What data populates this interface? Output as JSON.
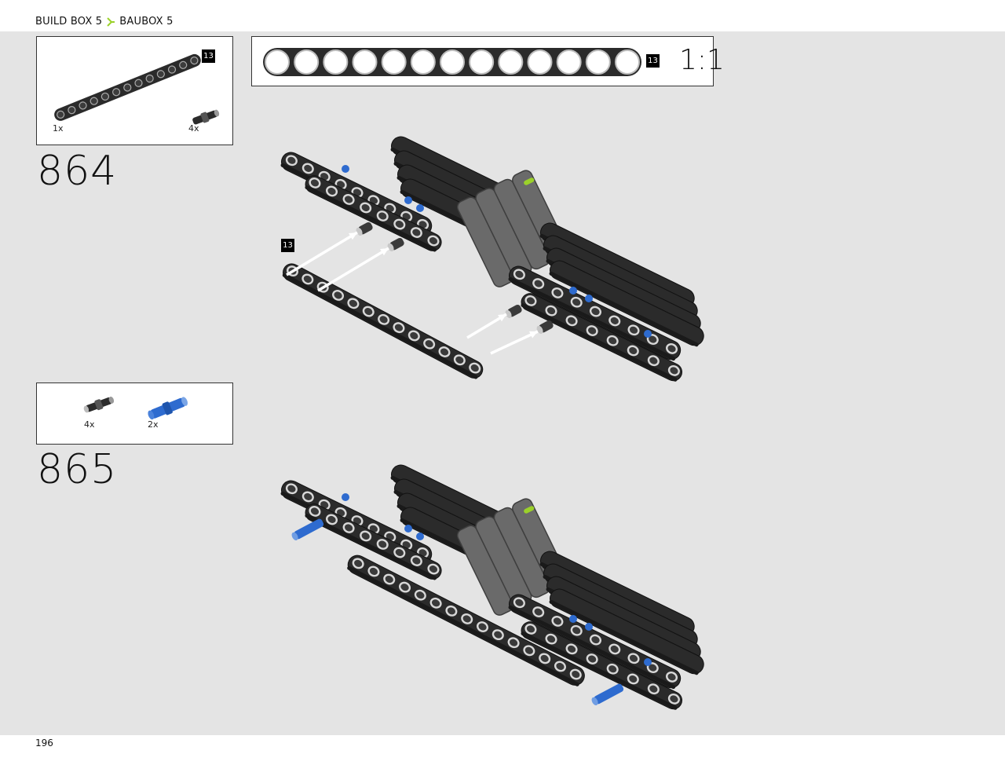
{
  "header": {
    "crumb_en": "BUILD BOX 5",
    "crumb_de": "BAUBOX 5",
    "separator_icon": "chevron-right-icon",
    "accent_color": "#9bd12a"
  },
  "steps": [
    {
      "number": "864",
      "parts": [
        {
          "name": "beam-13",
          "qty": "1x",
          "length_badge": "13"
        },
        {
          "name": "friction-pin",
          "qty": "4x"
        }
      ]
    },
    {
      "number": "865",
      "parts": [
        {
          "name": "friction-pin",
          "qty": "4x"
        },
        {
          "name": "blue-axle-pin",
          "qty": "2x"
        }
      ]
    }
  ],
  "ruler": {
    "holes": 13,
    "length_badge": "13",
    "scale": "1:1"
  },
  "callout": {
    "length_badge": "13"
  },
  "colors": {
    "beam": "#2b2b2b",
    "beam_light": "#6a6a6a",
    "hole": "#d8d8d8",
    "pin_blue": "#2e6bcf",
    "lime": "#9bd12a",
    "canvas": "#e4e4e4"
  },
  "footer": {
    "page_number": "196"
  }
}
